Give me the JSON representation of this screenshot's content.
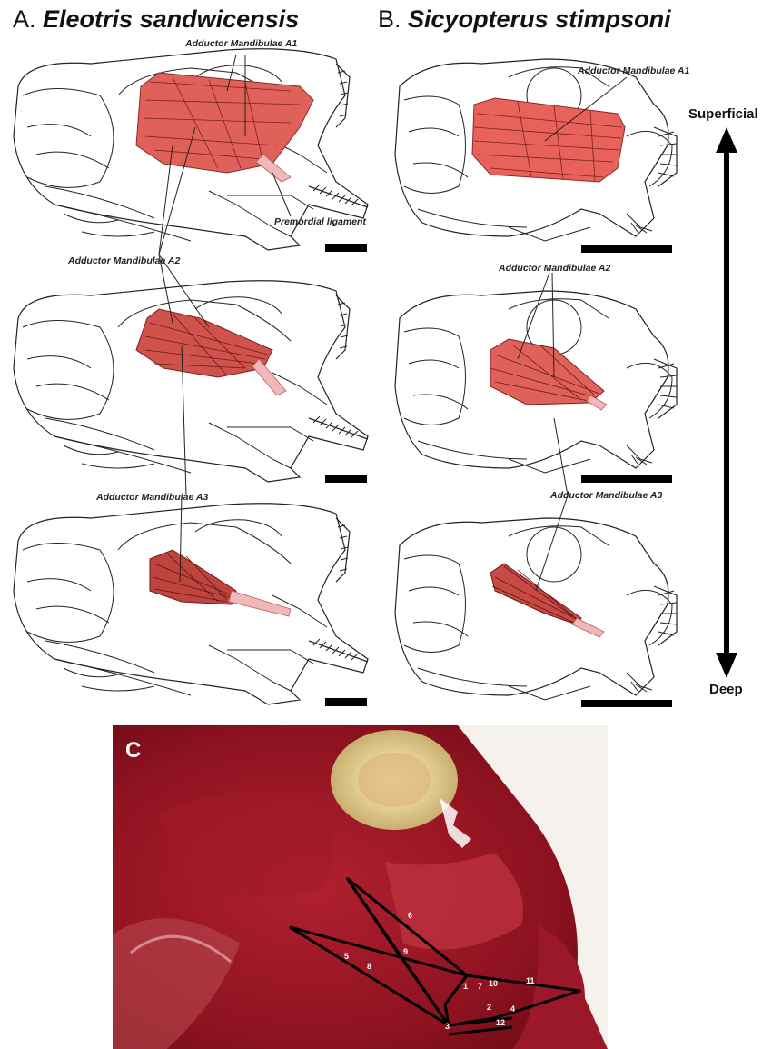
{
  "panel_a": {
    "letter": "A.",
    "species": "Eleotris sandwicensis"
  },
  "panel_b": {
    "letter": "B.",
    "species": "Sicyopterus stimpsoni"
  },
  "labels": {
    "a1": "Adductor Mandibulae A1",
    "a2": "Adductor Mandibulae A2",
    "a3": "Adductor Mandibulae A3",
    "ligament": "Premordial ligament"
  },
  "axis": {
    "top": "Superficial",
    "bottom": "Deep"
  },
  "panel_c": {
    "letter": "C",
    "landmarks": [
      "1",
      "2",
      "3",
      "4",
      "5",
      "6",
      "7",
      "8",
      "9",
      "10",
      "11",
      "12"
    ]
  },
  "colors": {
    "muscle": "#e0605a",
    "muscle_dark": "#b03a35",
    "ligament": "#f0b8b8",
    "photo_red": "#a01826"
  }
}
